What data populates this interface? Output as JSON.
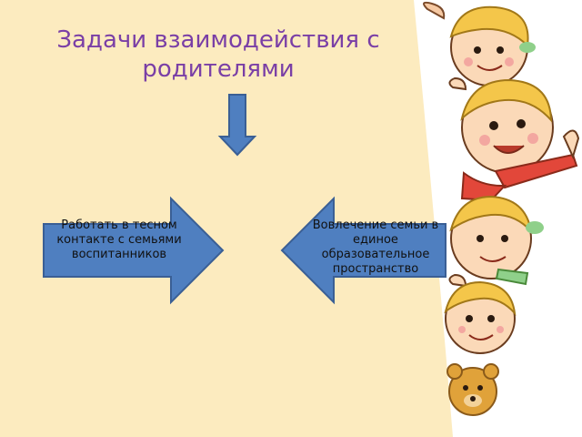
{
  "slide": {
    "title": "Задачи взаимодействия  с родителями",
    "left_arrow_text": "Работать в тесном контакте с семьями воспитанников",
    "right_arrow_text": "Вовлечение семьи в единое образовательное пространство"
  },
  "colors": {
    "background": "#fcebbf",
    "title": "#7a3fa6",
    "arrow_fill": "#4f7fc0",
    "arrow_stroke": "#3a5f95"
  },
  "icons": {
    "down_arrow": "down-arrow-icon",
    "left_block_arrow": "right-pointing-block-arrow",
    "right_block_arrow": "left-pointing-block-arrow",
    "decoration": "cartoon-children-peeking"
  }
}
